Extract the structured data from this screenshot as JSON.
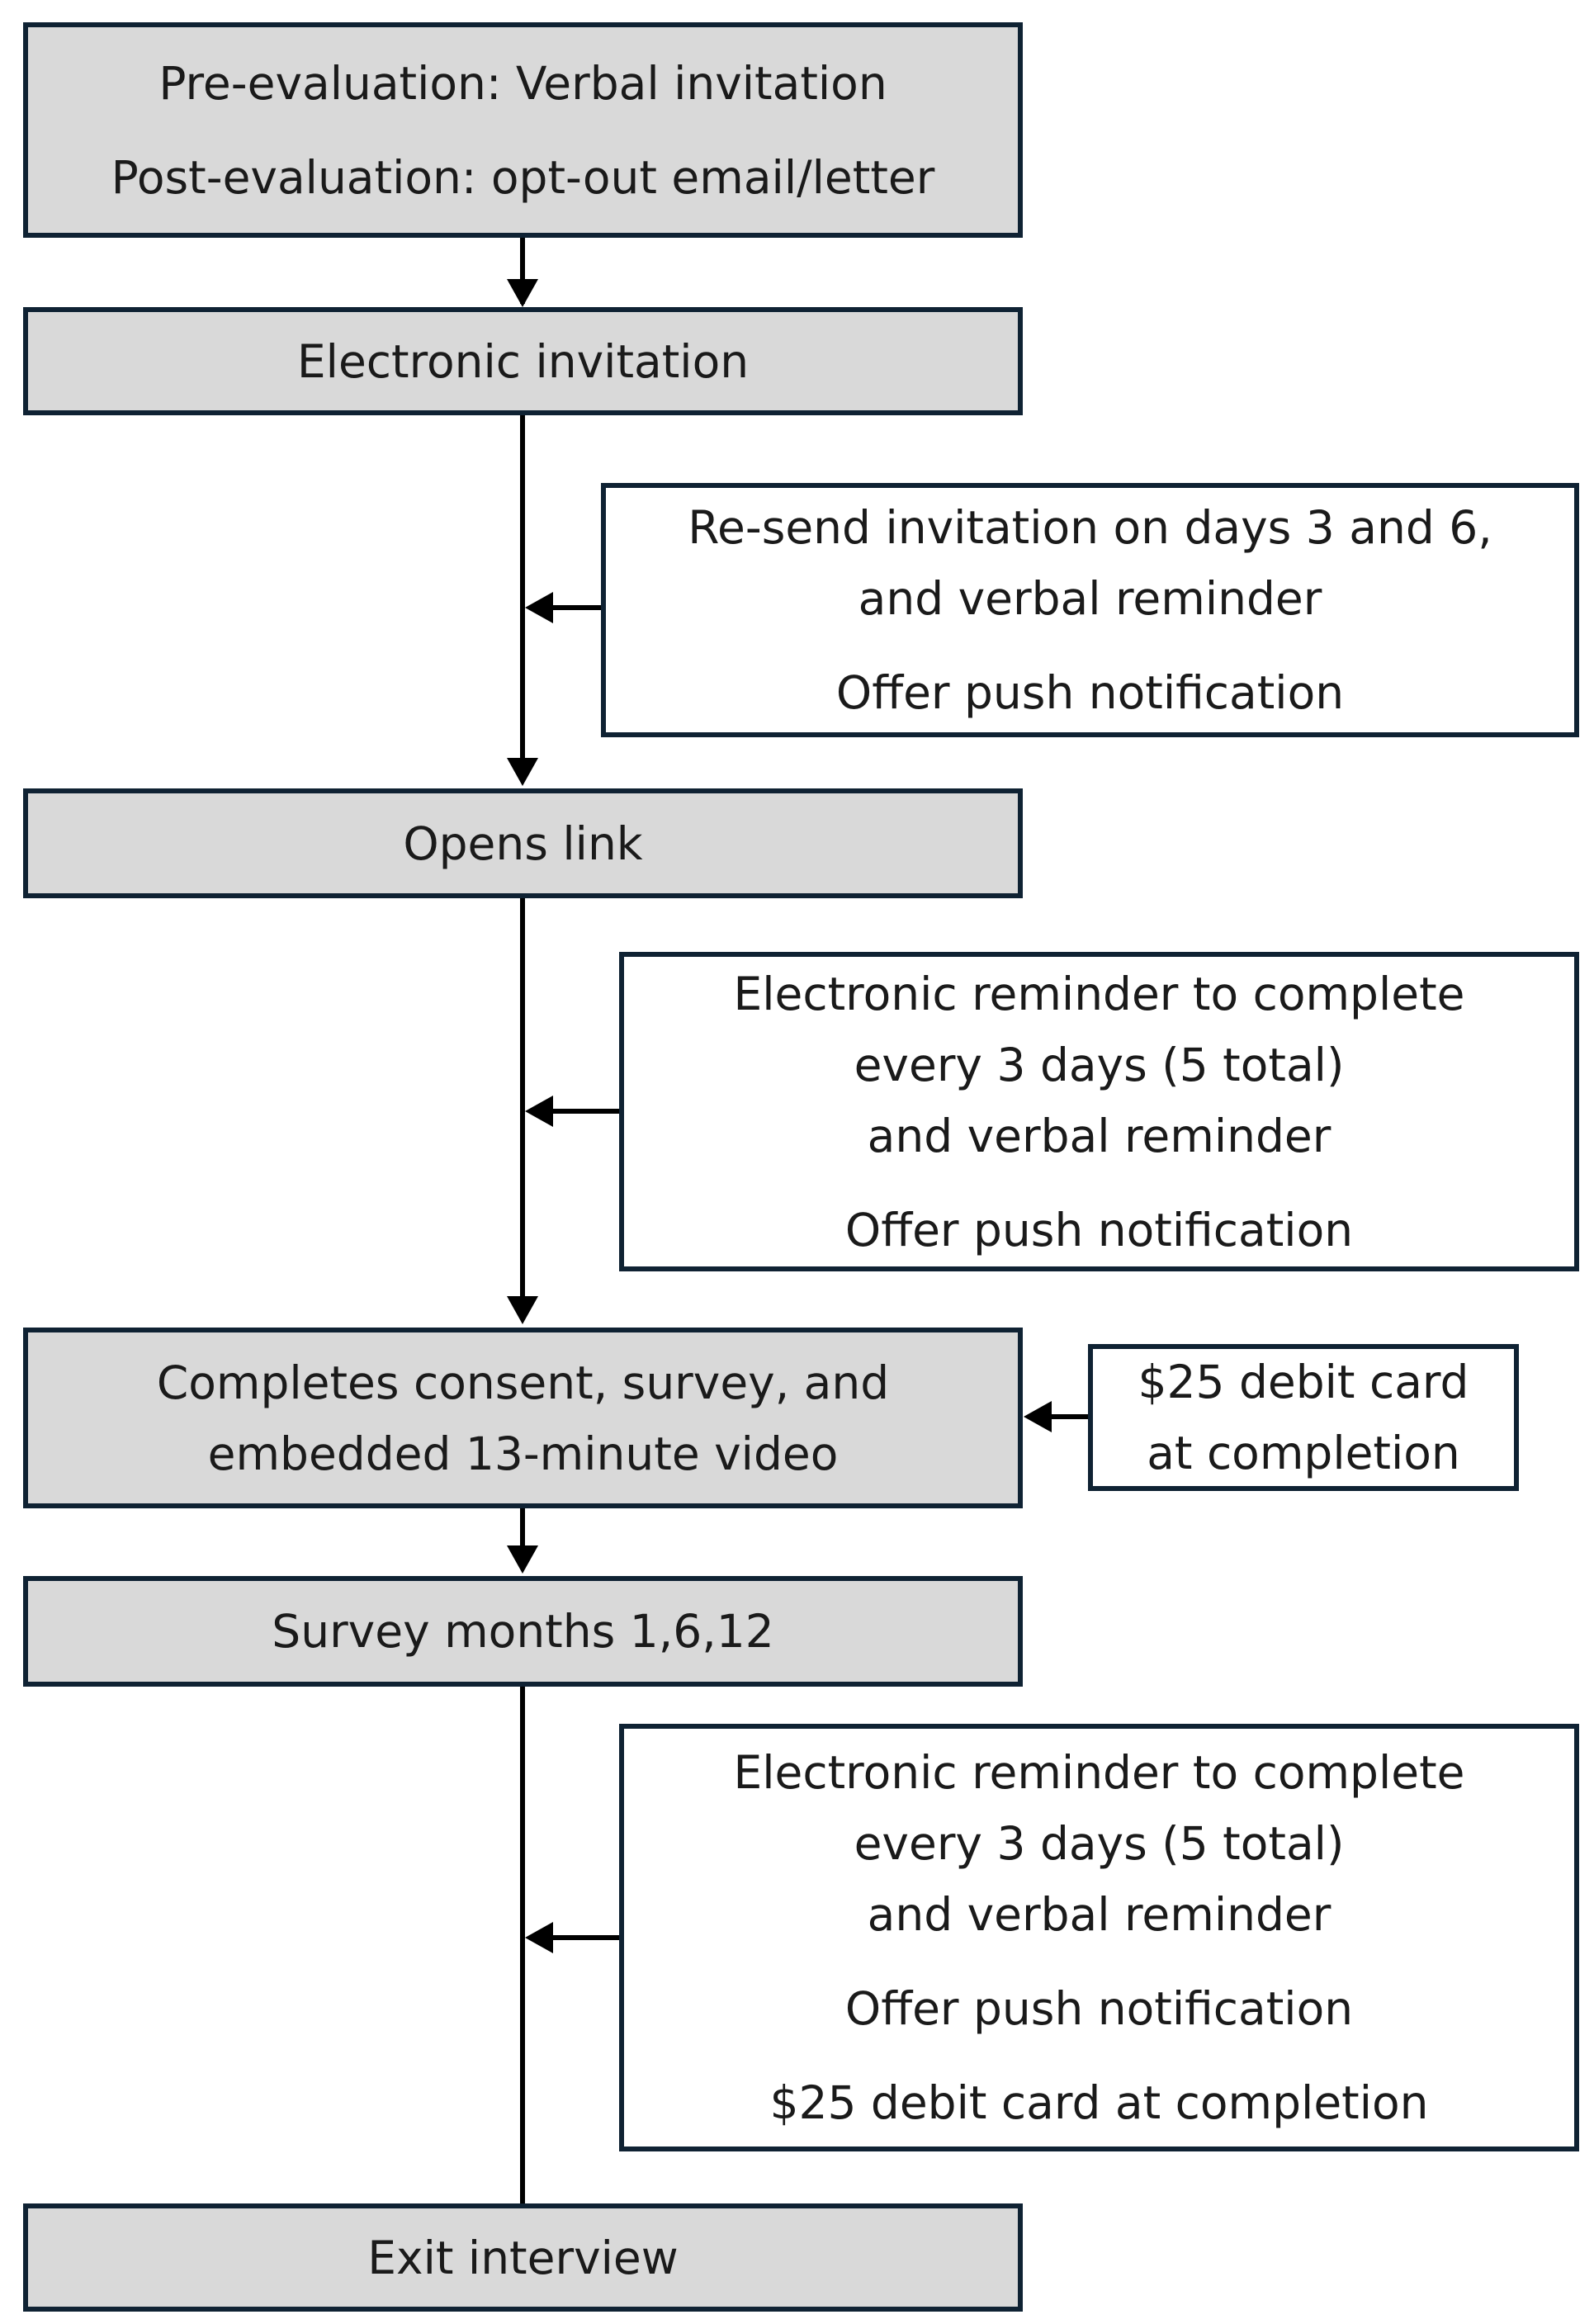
{
  "flow": {
    "step1": {
      "line1": "Pre-evaluation: Verbal invitation",
      "line2": "Post-evaluation: opt-out email/letter"
    },
    "step2": {
      "label": "Electronic invitation"
    },
    "step3": {
      "label": "Opens link"
    },
    "step4": {
      "line1": "Completes consent, survey, and",
      "line2": "embedded 13-minute video"
    },
    "step5": {
      "label": "Survey months 1,6,12"
    },
    "step6": {
      "label": "Exit interview"
    }
  },
  "side_boxes": {
    "reminder1": {
      "line1": "Re-send invitation on days 3 and 6,",
      "line2": "and verbal reminder",
      "line3": "Offer push notification"
    },
    "reminder2": {
      "line1": "Electronic reminder to complete",
      "line2": "every 3 days (5 total)",
      "line3": "and verbal reminder",
      "line4": "Offer push notification"
    },
    "incentive": {
      "line1": "$25 debit card",
      "line2": "at completion"
    },
    "reminder3": {
      "line1": "Electronic reminder to complete",
      "line2": "every 3 days (5 total)",
      "line3": "and verbal reminder",
      "line4": "Offer push notification",
      "line5": "$25 debit card at completion"
    }
  },
  "colors": {
    "box_fill": "#d9d9d9",
    "border": "#0f2233",
    "arrow": "#000000"
  }
}
